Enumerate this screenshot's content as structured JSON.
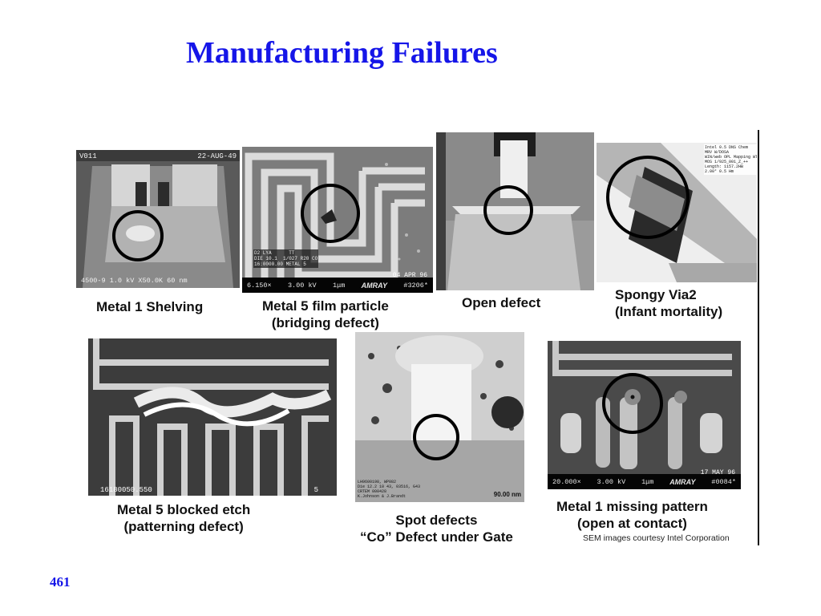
{
  "title": "Manufacturing Failures",
  "page_number": "461",
  "credit": "SEM images courtesy Intel Corporation",
  "panels": {
    "shelving": {
      "caption": [
        "Metal 1 Shelving"
      ],
      "top_left": "V011",
      "top_right": "22-AUG-49",
      "bottom_text": "4500-9  1.0 kV  X50.0K   60 nm"
    },
    "film_particle": {
      "caption": [
        "Metal 5 film particle",
        "(bridging defect)"
      ],
      "overlay_text": "D2 LYA      TT\nDIE 10.1  1/027 R20 CO\n16:0000.00 METAL 5",
      "bar_date": "04 APR 96",
      "bar_mag": "6.150×",
      "bar_kv": "3.00 kV",
      "bar_scale": "1μm",
      "bar_logo": "AMRAY",
      "bar_id": "#3206*"
    },
    "open_defect": {
      "caption": [
        "Open defect"
      ]
    },
    "spongy_via": {
      "caption": [
        "Spongy Via2",
        "(Infant mortality)"
      ],
      "note": "Intel 0.5 DNS Chem\nMRV W/DOSA\nWIN/web OPL Mapping WTP\nMOS 1/925_001_Z_++\nLength: 1157.2HB\n2.00° 0.5 Hm"
    },
    "blocked_etch": {
      "caption": [
        "Metal 5 blocked etch",
        "(patterning defect)"
      ],
      "corner_label": "16180050.550",
      "corner_right": "5"
    },
    "spot_defects": {
      "caption": [
        "Spot defects",
        "“Co” Defect under Gate"
      ],
      "note": "LH9600198, WP082\nDie 12.2 10 43, 03516, G43\nCRTEM 000428\nK.Johnson & J.Brandt",
      "scale": "90.00 nm"
    },
    "missing_pattern": {
      "caption": [
        "Metal 1 missing pattern",
        "(open at contact)"
      ],
      "bar_date": "17 MAY 96",
      "bar_mag": "20.000×",
      "bar_kv": "3.00 kV",
      "bar_scale": "1μm",
      "bar_logo": "AMRAY",
      "bar_id": "#0084*"
    }
  },
  "colors": {
    "title": "#1515e8",
    "page_number": "#1515e8",
    "caption": "#111111"
  }
}
